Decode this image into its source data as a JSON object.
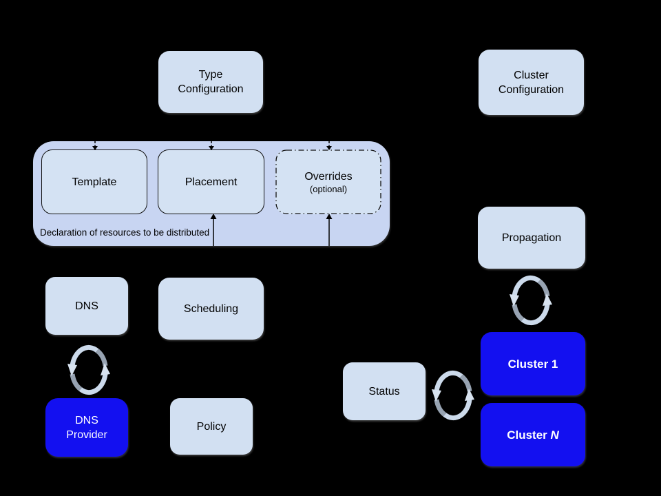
{
  "diagram": {
    "background": "#000000",
    "colors": {
      "light_box_fill": "#d2e0f2",
      "container_fill": "#c8d5f2",
      "highlight_box_fill": "#1310f0",
      "box_text": "#000000",
      "highlight_text": "#ffffff",
      "arrow": "#000000",
      "sync_icon_light": "#ccdaeb",
      "sync_icon_shade": "#97a3b2"
    },
    "boxes": {
      "type_configuration": {
        "line1": "Type",
        "line2": "Configuration"
      },
      "cluster_configuration": {
        "line1": "Cluster",
        "line2": "Configuration"
      },
      "template": {
        "label": "Template"
      },
      "placement": {
        "label": "Placement"
      },
      "overrides": {
        "label": "Overrides",
        "sublabel": "(optional)"
      },
      "dns": {
        "label": "DNS"
      },
      "scheduling": {
        "label": "Scheduling"
      },
      "propagation": {
        "label": "Propagation"
      },
      "status": {
        "label": "Status"
      },
      "policy": {
        "label": "Policy"
      },
      "dns_provider": {
        "line1": "DNS",
        "line2": "Provider"
      },
      "cluster_1": {
        "label": "Cluster 1"
      },
      "cluster_n": {
        "prefix": "Cluster ",
        "suffix_italic": "N"
      }
    },
    "container_caption": "Declaration of resources to be distributed",
    "icons": {
      "sync_dns": "sync-icon",
      "sync_status": "sync-icon",
      "sync_propagation": "sync-icon"
    }
  }
}
